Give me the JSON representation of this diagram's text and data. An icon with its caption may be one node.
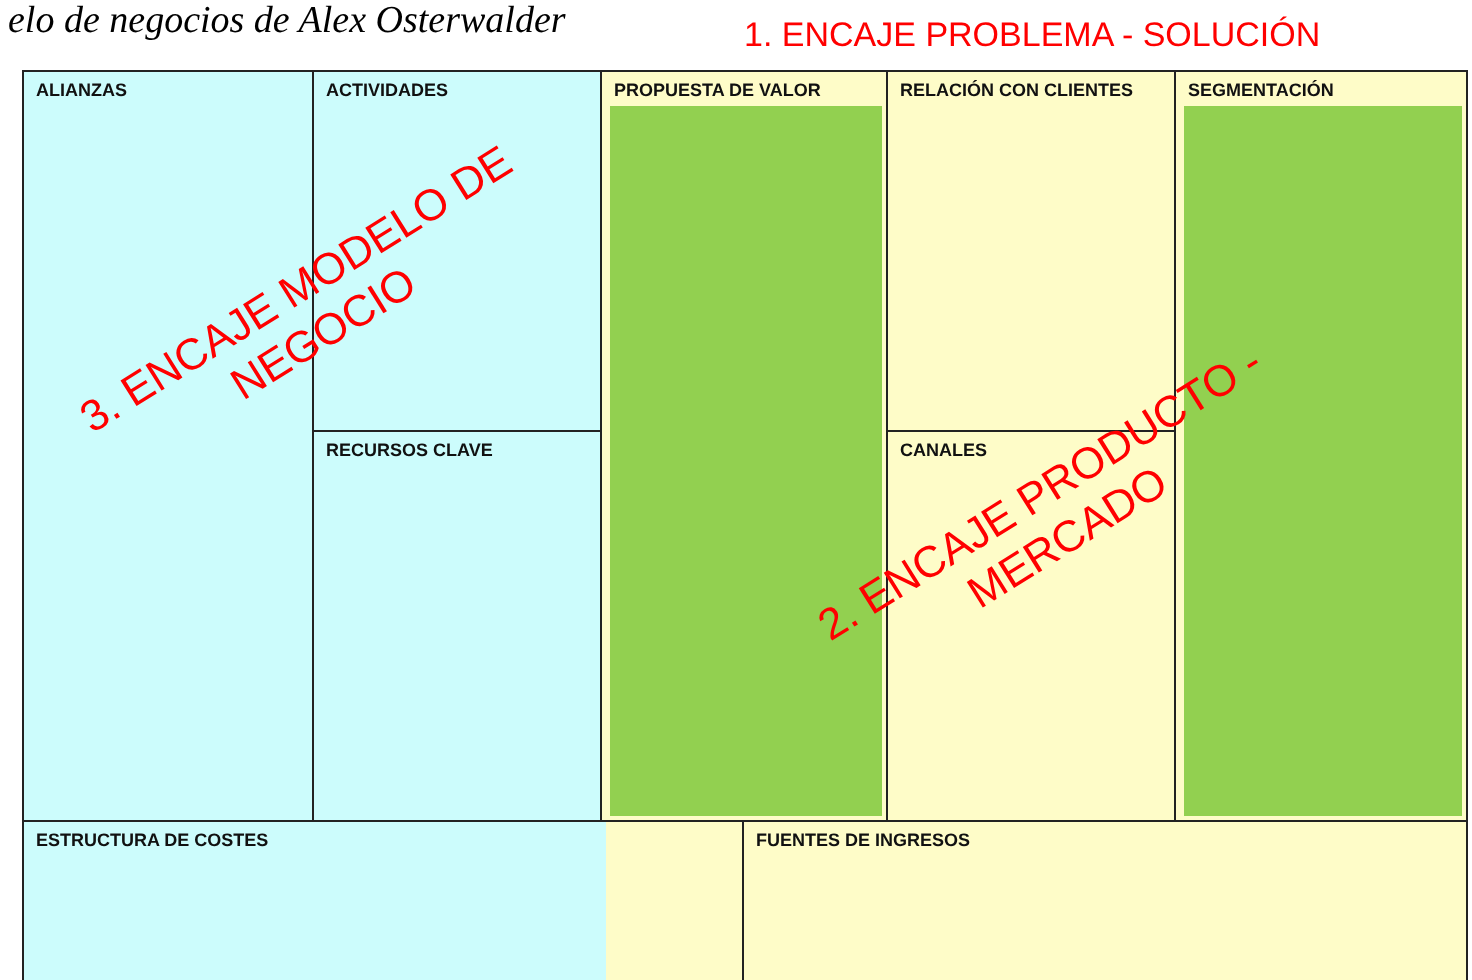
{
  "diagram": {
    "nodes": [
      {
        "text": [
          "ALIANZAS"
        ]
      },
      {
        "text": [
          "ACTIVIDADES"
        ]
      },
      {
        "text": [
          "RECURSOS CLAVE"
        ]
      },
      {
        "text": [
          "PROPUESTA DE VALOR"
        ]
      },
      {
        "text": [
          "RELACIÓN CON CLIENTES"
        ]
      },
      {
        "text": [
          "CANALES"
        ]
      },
      {
        "text": [
          "SEGMENTACIÓN"
        ]
      },
      {
        "text": [
          "ESTRUCTURA DE COSTES"
        ]
      },
      {
        "text": [
          "FUENTES DE INGRESOS"
        ]
      }
    ],
    "labels": [
      "elo de negocios de Alex Osterwalder",
      "1. ENCAJE PROBLEMA - SOLUCIÓN",
      "3. ENCAJE MODELO DE NEGOCIO",
      "2. ENCAJE PRODUCTO - MERCADO"
    ]
  }
}
